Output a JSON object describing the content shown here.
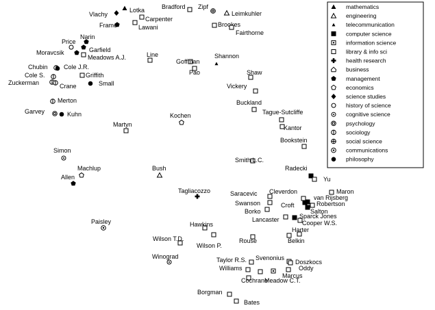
{
  "legend": [
    {
      "key": "mathematics",
      "label": "mathematics",
      "marker": "filled-triangle"
    },
    {
      "key": "engineering",
      "label": "engineering",
      "marker": "open-triangle"
    },
    {
      "key": "telecommunication",
      "label": "telecommunication",
      "marker": "small-filled-triangle"
    },
    {
      "key": "computer_science",
      "label": "computer science",
      "marker": "filled-square"
    },
    {
      "key": "information_science",
      "label": "information science",
      "marker": "square-with-dot"
    },
    {
      "key": "library_info_sci",
      "label": "library & info sci",
      "marker": "open-square"
    },
    {
      "key": "health_research",
      "label": "health research",
      "marker": "plus-cross"
    },
    {
      "key": "business",
      "label": "business",
      "marker": "open-house"
    },
    {
      "key": "management",
      "label": "management",
      "marker": "filled-pentagon"
    },
    {
      "key": "economics",
      "label": "economics",
      "marker": "open-pentagon"
    },
    {
      "key": "science_studies",
      "label": "science studies",
      "marker": "filled-diamond"
    },
    {
      "key": "history_of_science",
      "label": "history of science",
      "marker": "open-circle"
    },
    {
      "key": "cognitive_science",
      "label": "cognitive science",
      "marker": "circle-with-dot"
    },
    {
      "key": "psychology",
      "label": "psychology",
      "marker": "double-circle"
    },
    {
      "key": "sociology",
      "label": "sociology",
      "marker": "circle-with-bar"
    },
    {
      "key": "social_science",
      "label": "social science",
      "marker": "circle-with-plus"
    },
    {
      "key": "communications",
      "label": "communications",
      "marker": "circle-with-ring"
    },
    {
      "key": "philosophy",
      "label": "philosophy",
      "marker": "filled-circle"
    }
  ],
  "authors": [
    {
      "name": "Vlachy",
      "category": "science_studies"
    },
    {
      "name": "Lotka",
      "category": "mathematics"
    },
    {
      "name": "Bradford",
      "category": "library_info_sci"
    },
    {
      "name": "Zipf",
      "category": "social_science"
    },
    {
      "name": "Leimkuhler",
      "category": "engineering"
    },
    {
      "name": "Carpenter",
      "category": "library_info_sci"
    },
    {
      "name": "Frame",
      "category": "management"
    },
    {
      "name": "Lawani",
      "category": "library_info_sci"
    },
    {
      "name": "Brookes",
      "category": "library_info_sci"
    },
    {
      "name": "Fairthorne",
      "category": "library_info_sci"
    },
    {
      "name": "Narin",
      "category": "management"
    },
    {
      "name": "Price",
      "category": "history_of_science"
    },
    {
      "name": "Garfield",
      "category": "management"
    },
    {
      "name": "Moravcsik",
      "category": "management"
    },
    {
      "name": "Meadows A.J.",
      "category": "library_info_sci"
    },
    {
      "name": "Line",
      "category": "library_info_sci"
    },
    {
      "name": "Goffman",
      "category": "library_info_sci"
    },
    {
      "name": "Shannon",
      "category": "telecommunication"
    },
    {
      "name": "Chubin",
      "category": "sociology"
    },
    {
      "name": "Cole J.R.",
      "category": "philosophy"
    },
    {
      "name": "Cole S.",
      "category": "sociology"
    },
    {
      "name": "Griffith",
      "category": "library_info_sci"
    },
    {
      "name": "Zuckerman",
      "category": "sociology"
    },
    {
      "name": "Crane",
      "category": "sociology"
    },
    {
      "name": "Small",
      "category": "philosophy"
    },
    {
      "name": "Pao",
      "category": "library_info_sci"
    },
    {
      "name": "Shaw",
      "category": "library_info_sci"
    },
    {
      "name": "Vickery",
      "category": "library_info_sci"
    },
    {
      "name": "Merton",
      "category": "sociology"
    },
    {
      "name": "Buckland",
      "category": "library_info_sci"
    },
    {
      "name": "Garvey",
      "category": "psychology"
    },
    {
      "name": "Kuhn",
      "category": "philosophy"
    },
    {
      "name": "Tague-Sutcliffe",
      "category": "library_info_sci"
    },
    {
      "name": "Kochen",
      "category": "economics"
    },
    {
      "name": "Kantor",
      "category": "library_info_sci"
    },
    {
      "name": "Martyn",
      "category": "library_info_sci"
    },
    {
      "name": "Bookstein",
      "category": "library_info_sci"
    },
    {
      "name": "Simon",
      "category": "cognitive_science"
    },
    {
      "name": "Smith L.C.",
      "category": "library_info_sci"
    },
    {
      "name": "Machlup",
      "category": "economics"
    },
    {
      "name": "Bush",
      "category": "engineering"
    },
    {
      "name": "Radecki",
      "category": "computer_science"
    },
    {
      "name": "Yu",
      "category": "library_info_sci"
    },
    {
      "name": "Allen",
      "category": "management"
    },
    {
      "name": "Maron",
      "category": "library_info_sci"
    },
    {
      "name": "Tagliacozzo",
      "category": "health_research"
    },
    {
      "name": "Saracevic",
      "category": "library_info_sci"
    },
    {
      "name": "Cleverdon",
      "category": "library_info_sci"
    },
    {
      "name": "van Rijsberg",
      "category": "computer_science"
    },
    {
      "name": "Swanson",
      "category": "library_info_sci"
    },
    {
      "name": "Croft",
      "category": "computer_science"
    },
    {
      "name": "Robertson",
      "category": "library_info_sci"
    },
    {
      "name": "Salton",
      "category": "computer_science"
    },
    {
      "name": "Borko",
      "category": "library_info_sci"
    },
    {
      "name": "Sparck Jones",
      "category": "computer_science"
    },
    {
      "name": "Lancaster",
      "category": "library_info_sci"
    },
    {
      "name": "Cooper W.S.",
      "category": "library_info_sci"
    },
    {
      "name": "Paisley",
      "category": "communications"
    },
    {
      "name": "Hawkins",
      "category": "library_info_sci"
    },
    {
      "name": "Harter",
      "category": "library_info_sci"
    },
    {
      "name": "Wilson T.D.",
      "category": "library_info_sci"
    },
    {
      "name": "Wilson P.",
      "category": "library_info_sci"
    },
    {
      "name": "Rouse",
      "category": "library_info_sci"
    },
    {
      "name": "Belkin",
      "category": "library_info_sci"
    },
    {
      "name": "Winograd",
      "category": "cognitive_science"
    },
    {
      "name": "Taylor R.S.",
      "category": "library_info_sci"
    },
    {
      "name": "Svenonius",
      "category": "library_info_sci"
    },
    {
      "name": "Doszkocs",
      "category": "library_info_sci"
    },
    {
      "name": "Williams",
      "category": "library_info_sci"
    },
    {
      "name": "Oddy",
      "category": "library_info_sci"
    },
    {
      "name": "Marcus",
      "category": "information_science"
    },
    {
      "name": "Cochrane",
      "category": "library_info_sci"
    },
    {
      "name": "Meadow C.T.",
      "category": "library_info_sci"
    },
    {
      "name": "Borgman",
      "category": "library_info_sci"
    },
    {
      "name": "Bates",
      "category": "library_info_sci"
    }
  ]
}
